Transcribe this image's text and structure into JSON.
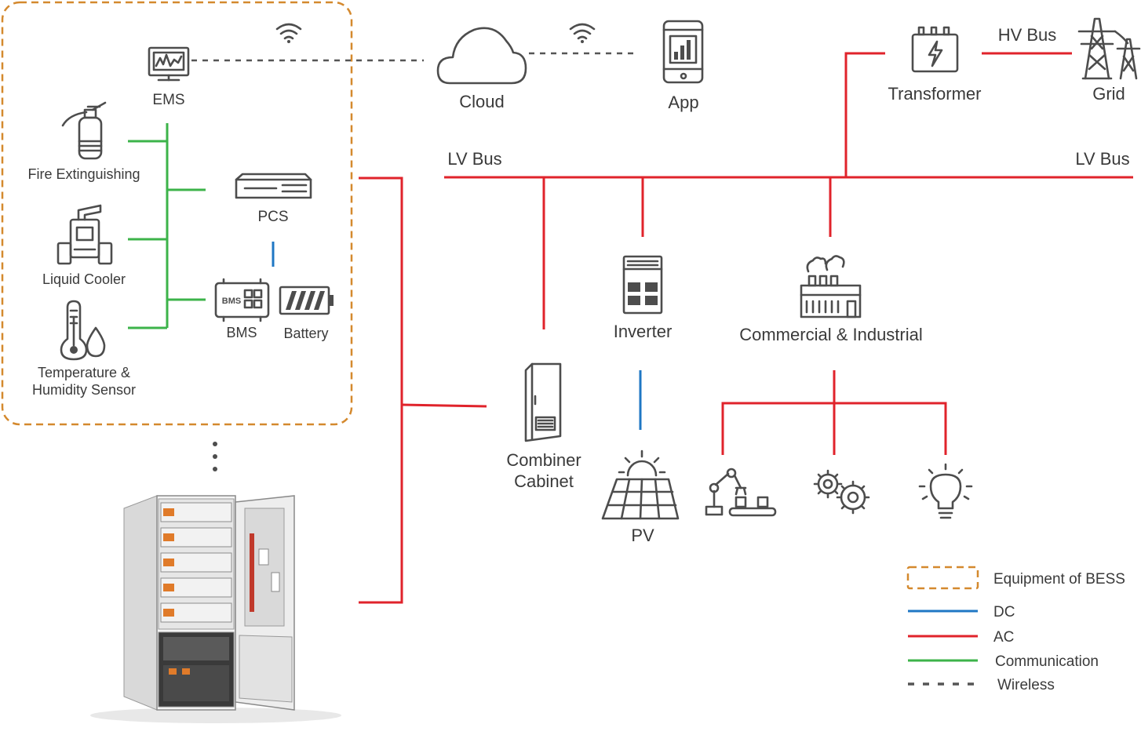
{
  "colors": {
    "ac": "#e0232b",
    "dc": "#1f77c4",
    "communication": "#3cb34a",
    "wireless": "#555555",
    "bess_border": "#d4892e",
    "icon": "#4d4d4d"
  },
  "nodes": {
    "ems": {
      "label": "EMS",
      "icon": "monitor-chart-icon"
    },
    "fire": {
      "label": "Fire Extinguishing",
      "icon": "fire-extinguisher-icon"
    },
    "cooler": {
      "label": "Liquid Cooler",
      "icon": "liquid-cooler-icon"
    },
    "sensor": {
      "line1": "Temperature &",
      "line2": "Humidity Sensor",
      "icon": "thermometer-drop-icon"
    },
    "pcs": {
      "label": "PCS",
      "icon": "pcs-rack-icon"
    },
    "bms": {
      "label": "BMS",
      "badge": "BMS",
      "icon": "bms-chip-icon"
    },
    "battery": {
      "label": "Battery",
      "icon": "battery-icon"
    },
    "cloud": {
      "label": "Cloud",
      "icon": "cloud-icon"
    },
    "app": {
      "label": "App",
      "icon": "phone-app-icon"
    },
    "transformer": {
      "label": "Transformer",
      "icon": "transformer-icon"
    },
    "grid": {
      "label": "Grid",
      "icon": "power-tower-icon"
    },
    "inverter": {
      "label": "Inverter",
      "icon": "inverter-cabinet-icon"
    },
    "ci": {
      "label": "Commercial & Industrial",
      "icon": "factory-icon"
    },
    "combiner": {
      "line1": "Combiner",
      "line2": "Cabinet",
      "icon": "combiner-cabinet-icon"
    },
    "pv": {
      "label": "PV",
      "icon": "solar-panel-icon"
    },
    "robot": {
      "icon": "robot-arm-icon"
    },
    "gears": {
      "icon": "gears-icon"
    },
    "bulb": {
      "icon": "light-bulb-icon"
    },
    "cabinet_photo": {
      "icon": "battery-cabinet-image"
    }
  },
  "bus": {
    "hv": "HV Bus",
    "lv_left": "LV Bus",
    "lv_right": "LV Bus"
  },
  "legend": [
    {
      "type": "bess",
      "label": "Equipment of BESS"
    },
    {
      "type": "dc",
      "label": "DC"
    },
    {
      "type": "ac",
      "label": "AC"
    },
    {
      "type": "communication",
      "label": "Communication"
    },
    {
      "type": "wireless",
      "label": "Wireless"
    }
  ]
}
